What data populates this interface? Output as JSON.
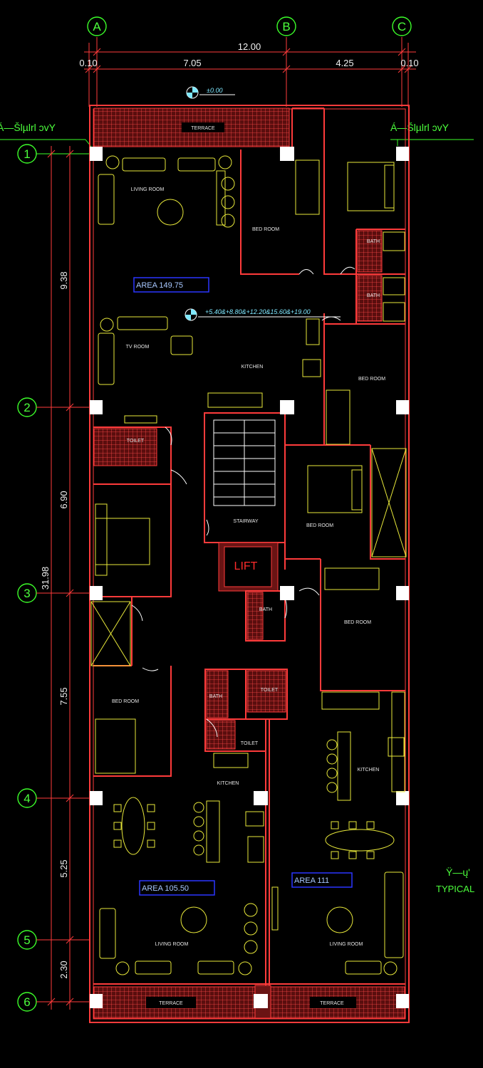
{
  "grid_columns": [
    "A",
    "B",
    "C"
  ],
  "grid_rows": [
    "1",
    "2",
    "3",
    "4",
    "5",
    "6"
  ],
  "top_dims": {
    "total": "12.00",
    "parts": [
      "0.10",
      "7.05",
      "4.25",
      "0.10"
    ]
  },
  "left_dims": {
    "total": "31.98",
    "parts": [
      "9.38",
      "6.90",
      "7.55",
      "5.25",
      "2.30"
    ]
  },
  "levels": {
    "ground": "±0.00",
    "typical": "+5.40&+8.80&+12.20&15.60&+19.00"
  },
  "section_marks": [
    "Á—Šlµlrl ɔvY",
    "Á—Šlµlrl ɔvY"
  ],
  "rooms": {
    "terrace_top": "TERRACE",
    "living_top": "LIVING ROOM",
    "bed_1": "BED ROOM",
    "bath_1": "BATH",
    "bath_2": "BATH",
    "tv_room": "TV ROOM",
    "kitchen_top": "KITCHEN",
    "bed_right_1": "BED ROOM",
    "toilet_left": "TOILET",
    "stairway": "STAIRWAY",
    "bed_mid": "BED ROOM",
    "lift": "LIFT",
    "bath_mid": "BATH",
    "bed_right_2": "BED ROOM",
    "bed_left_low": "BED ROOM",
    "bath_low": "BATH",
    "toilet_low_1": "TOILET",
    "toilet_low_2": "TOILET",
    "kitchen_low_left": "KITCHEN",
    "kitchen_low_right": "KITCHEN",
    "living_low_left": "LIVING ROOM",
    "living_low_right": "LIVING ROOM",
    "terrace_low_left": "TERRACE",
    "terrace_low_right": "TERRACE"
  },
  "areas": {
    "top": "AREA 149.75",
    "low_left": "AREA 105.50",
    "low_right": "AREA 111"
  },
  "side_note": {
    "mark": "Ÿ—ų'",
    "label": "TYPICAL"
  },
  "colors": {
    "wall": "#ff3b3b",
    "grid_bubble": "#3cff2a",
    "furniture": "#e8e83a",
    "column": "#ffffff",
    "area_box": "#2a36ff",
    "background": "#000000"
  }
}
